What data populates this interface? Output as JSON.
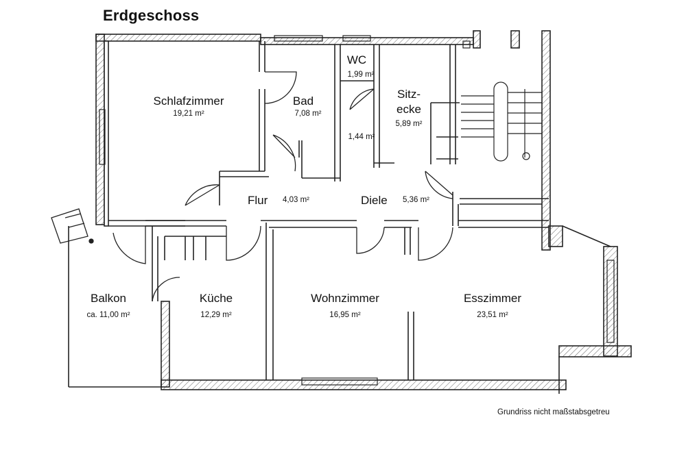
{
  "title": "Erdgeschoss",
  "note": "Grundriss nicht maßstabsgetreu",
  "colors": {
    "line": "#222222",
    "hatch": "#555555",
    "background": "#ffffff"
  },
  "rooms": {
    "schlafzimmer": {
      "name": "Schlafzimmer",
      "area": "19,21 m²"
    },
    "bad": {
      "name": "Bad",
      "area": "7,08 m²"
    },
    "wc": {
      "name": "WC",
      "area": "1,99 m²"
    },
    "vorraum": {
      "area": "1,44 m²"
    },
    "sitzecke": {
      "name_line1": "Sitz-",
      "name_line2": "ecke",
      "area": "5,89 m²"
    },
    "flur": {
      "name": "Flur",
      "area": "4,03 m²"
    },
    "diele": {
      "name": "Diele",
      "area": "5,36 m²"
    },
    "balkon": {
      "name": "Balkon",
      "area": "ca. 11,00 m²"
    },
    "kueche": {
      "name": "Küche",
      "area": "12,29 m²"
    },
    "wohnzimmer": {
      "name": "Wohnzimmer",
      "area": "16,95 m²"
    },
    "esszimmer": {
      "name": "Esszimmer",
      "area": "23,51 m²"
    }
  }
}
